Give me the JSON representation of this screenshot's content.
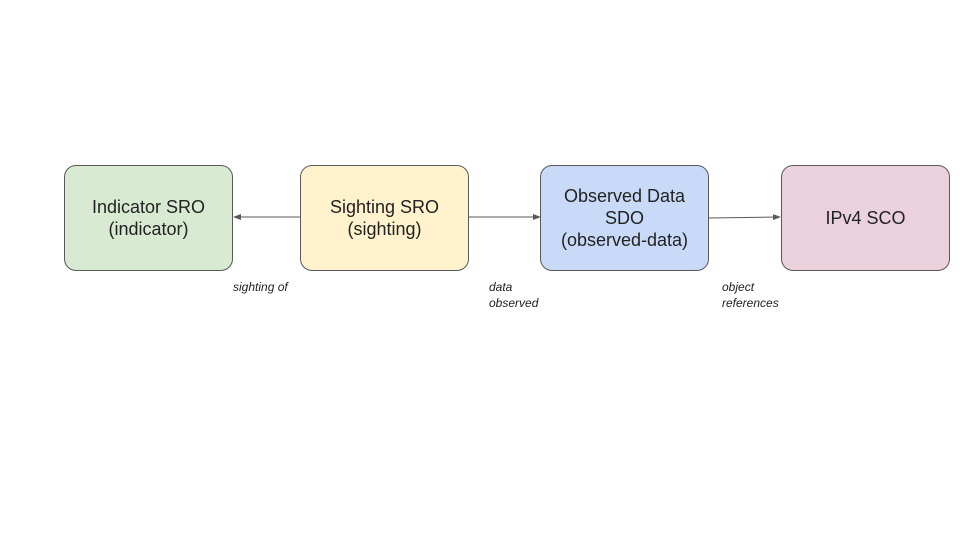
{
  "nodes": [
    {
      "id": "indicator",
      "lines": [
        "Indicator SRO",
        "(indicator)"
      ],
      "color": "#d9ead3"
    },
    {
      "id": "sighting",
      "lines": [
        "Sighting SRO",
        "(sighting)"
      ],
      "color": "#fff2cc"
    },
    {
      "id": "observed",
      "lines": [
        "Observed Data",
        "SDO",
        "(observed-data)"
      ],
      "color": "#c9daf8"
    },
    {
      "id": "ipv4",
      "lines": [
        "IPv4 SCO"
      ],
      "color": "#ead1dc"
    }
  ],
  "edges": [
    {
      "from": "sighting",
      "to": "indicator",
      "label_lines": [
        "sighting of"
      ]
    },
    {
      "from": "sighting",
      "to": "observed",
      "label_lines": [
        "data",
        "observed"
      ]
    },
    {
      "from": "observed",
      "to": "ipv4",
      "label_lines": [
        "object",
        "references"
      ]
    }
  ],
  "colors": {
    "border": "#595959",
    "arrow": "#595959",
    "text": "#222222"
  }
}
